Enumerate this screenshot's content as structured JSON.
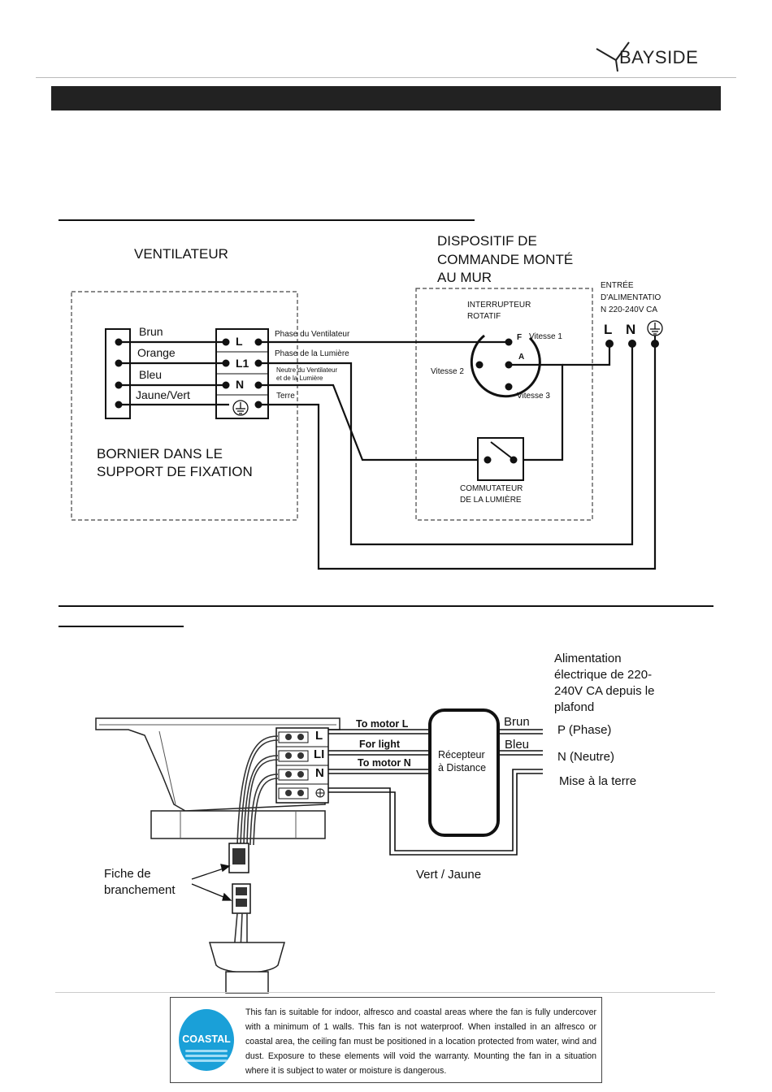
{
  "header": {
    "brand": "BAYSIDE",
    "logo_icon": "bayside-wind-logo"
  },
  "wall_diagram": {
    "ventilateur_label": "VENTILATEUR",
    "dispositif_label_lines": [
      "DISPOSITIF DE",
      "COMMANDE MONTÉ",
      "AU MUR"
    ],
    "entree_label_lines": [
      "ENTRÉE",
      "D'ALIMENTATIO",
      "N 220-240V CA"
    ],
    "power_terminals": [
      "L",
      "N"
    ],
    "wire_colors": [
      "Brun",
      "Orange",
      "Bleu",
      "Jaune/Vert"
    ],
    "terminal_labels": [
      "L",
      "L1",
      "N"
    ],
    "wire_functions": [
      "Phase du Ventilateur",
      "Phase de la Lumière",
      "Terre"
    ],
    "neutre_lines": [
      "Neutre du Ventilateur",
      "et de la Lumière"
    ],
    "interrupteur_lines": [
      "INTERRUPTEUR",
      "ROTATIF"
    ],
    "switch_positions": {
      "f": "F",
      "v1": "Vitesse 1",
      "a": "A",
      "v2": "Vitesse 2",
      "v3": "Vitesse 3"
    },
    "bornier_lines": [
      "BORNIER DANS LE",
      "SUPPORT DE FIXATION"
    ],
    "commutateur_lines": [
      "COMMUTATEUR",
      "DE LA LUMIÈRE"
    ]
  },
  "remote_diagram": {
    "alimentation_lines": [
      "Alimentation",
      "électrique de 220-",
      "240V CA depuis le",
      "plafond"
    ],
    "block_labels": [
      "L",
      "LI",
      "N"
    ],
    "motor_labels": [
      "To motor L",
      "For light",
      "To motor N"
    ],
    "recepteur_lines": [
      "Récepteur",
      "à Distance"
    ],
    "wire_colors": [
      "Brun",
      "Bleu"
    ],
    "supply_labels": [
      "P (Phase)",
      "N (Neutre)",
      "Mise à la terre"
    ],
    "ground_wire_label": "Vert / Jaune",
    "fiche_lines": [
      "Fiche de",
      "branchement"
    ]
  },
  "notice": {
    "badge": "COASTAL",
    "text": "This fan is suitable for indoor, alfresco and coastal areas where the fan is fully undercover with a minimum of 1 walls. This fan is not waterproof. When installed in an alfresco or coastal area, the ceiling fan must be positioned in a location protected from water, wind and dust. Exposure to these elements will void the warranty. Mounting the fan in a situation where it is subject to water or moisture is dangerous."
  }
}
